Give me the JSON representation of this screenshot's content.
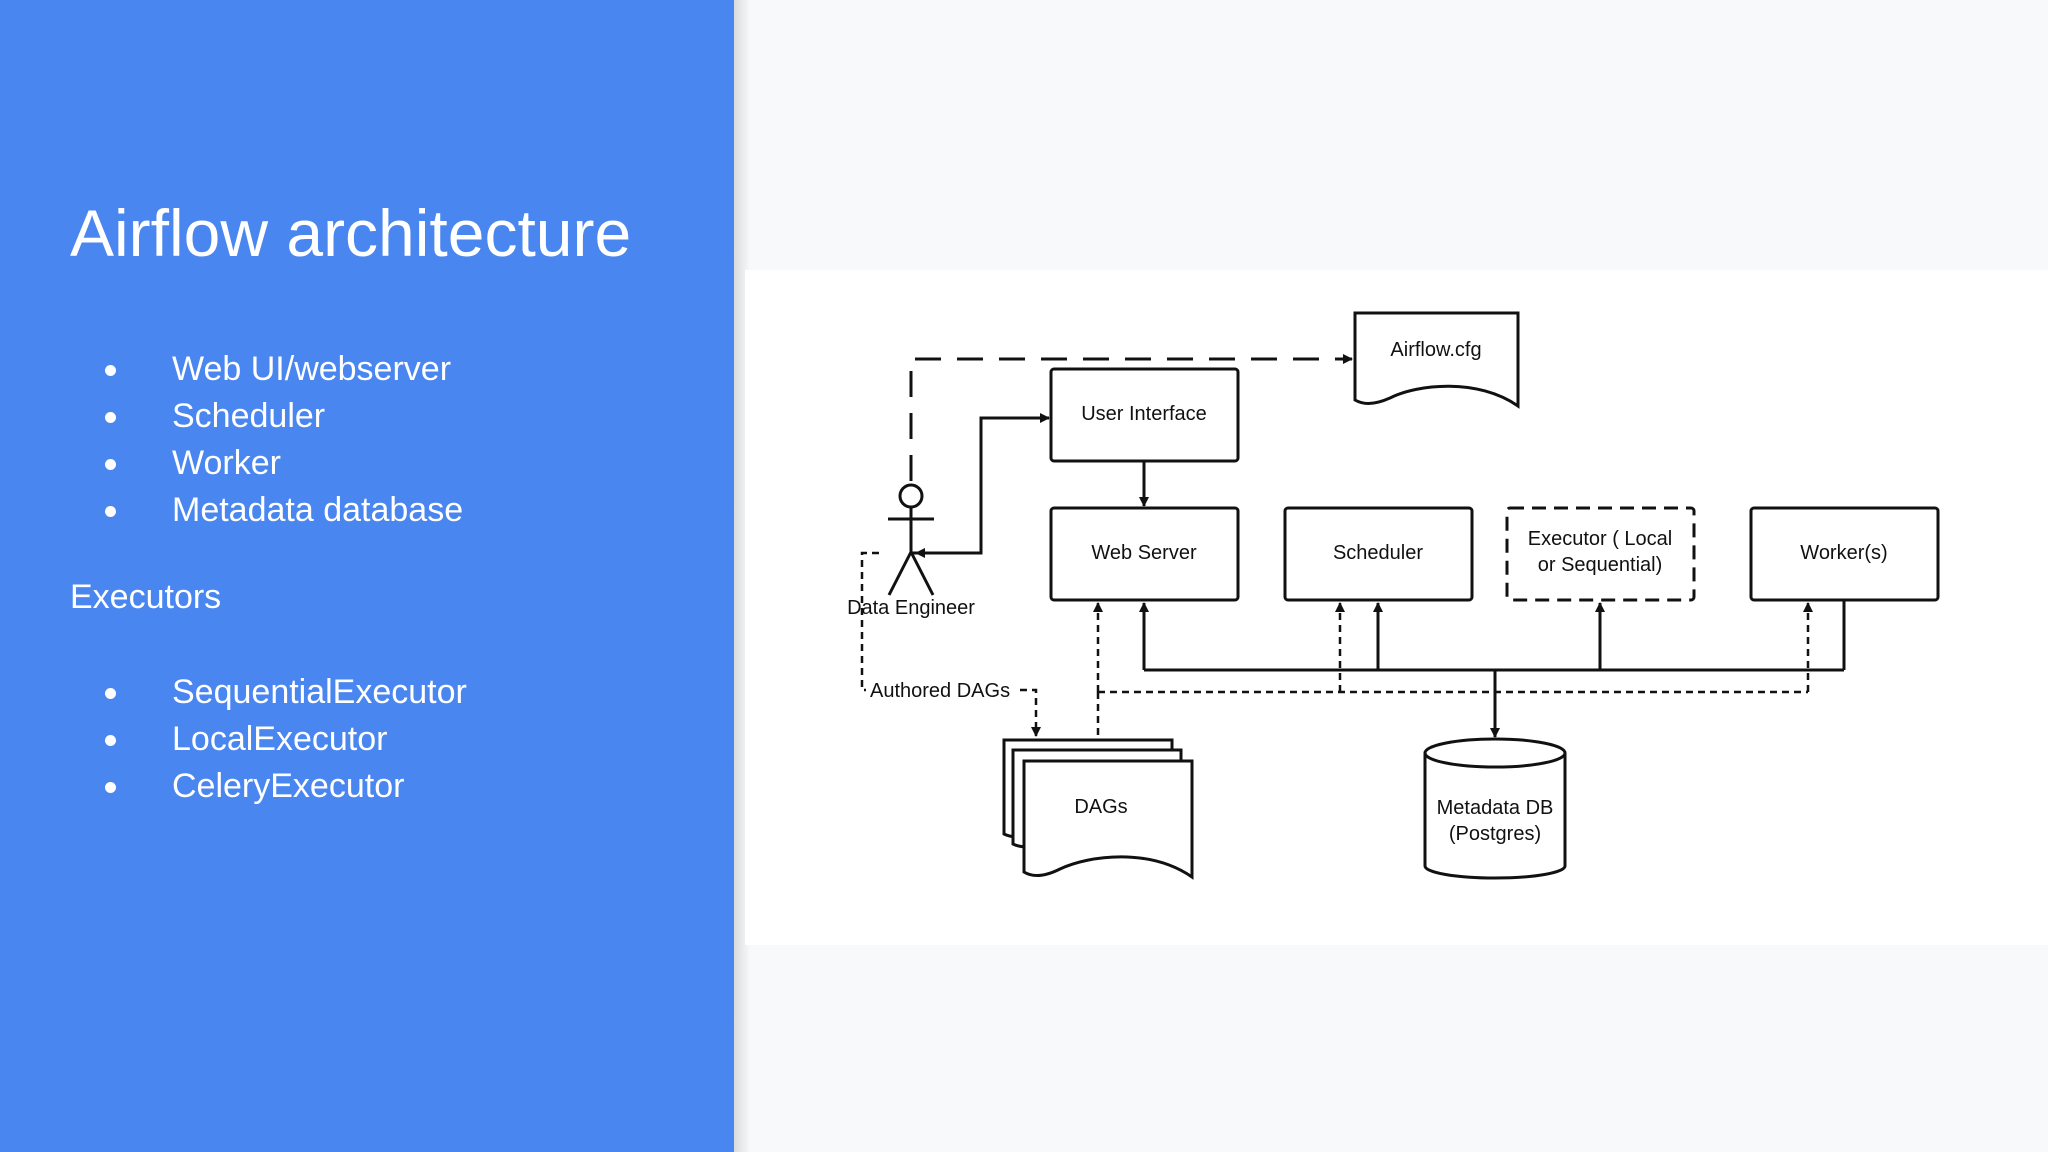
{
  "slide": {
    "title": "Airflow architecture",
    "components": [
      "Web UI/webserver",
      "Scheduler",
      "Worker",
      "Metadata database"
    ],
    "executors_heading": "Executors",
    "executors": [
      "SequentialExecutor",
      "LocalExecutor",
      "CeleryExecutor"
    ]
  },
  "diagram": {
    "airflow_cfg": "Airflow.cfg",
    "user_interface": "User Interface",
    "web_server": "Web Server",
    "scheduler": "Scheduler",
    "executor_line1": "Executor ( Local",
    "executor_line2": "or Sequential)",
    "workers": "Worker(s)",
    "data_engineer": "Data Engineer",
    "authored_dags": "Authored DAGs",
    "dags": "DAGs",
    "metadata_line1": "Metadata DB",
    "metadata_line2": "(Postgres)"
  },
  "colors": {
    "panel": "#4a86f0",
    "panel_text": "#ffffff",
    "page": "#f8f9fa",
    "line": "#111111"
  }
}
